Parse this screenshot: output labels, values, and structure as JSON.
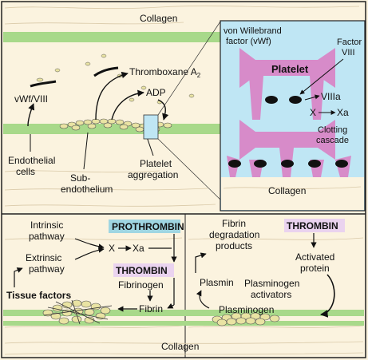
{
  "colors": {
    "background": "#fbf3df",
    "collagen_fiber": "#d9c9a8",
    "vessel_band": "#a8d98a",
    "inset_bg": "#bfe6f4",
    "platelet_pink": "#d78bc9",
    "prothrombin_box": "#9fd6e2",
    "thrombin_box": "#ead3ef",
    "cell_fill": "#e9e3a3",
    "ink": "#111111"
  },
  "top_panel": {
    "collagen_top": "Collagen",
    "vwf_viii": "vWf/VIII",
    "thromboxane": "Thromboxane A",
    "thromboxane_sub": "2",
    "adp": "ADP",
    "endothelial_1": "Endothelial",
    "endothelial_2": "cells",
    "subendo_1": "Sub-",
    "subendo_2": "endothelium",
    "platelet_agg_1": "Platelet",
    "platelet_agg_2": "aggregation"
  },
  "inset": {
    "vwf_1": "von Willebrand",
    "vwf_2": "factor (vWf)",
    "factor_1": "Factor",
    "factor_2": "VIII",
    "platelet": "Platelet",
    "viiia": "VIIIa",
    "x": "X",
    "xa": "Xa",
    "clotting_1": "Clotting",
    "clotting_2": "cascade",
    "collagen": "Collagen"
  },
  "bottom_left": {
    "intrinsic_1": "Intrinsic",
    "intrinsic_2": "pathway",
    "prothrombin": "PROTHROMBIN",
    "x": "X",
    "xa": "Xa",
    "extrinsic_1": "Extrinsic",
    "extrinsic_2": "pathway",
    "thrombin": "THROMBIN",
    "fibrinogen": "Fibrinogen",
    "fibrin": "Fibrin",
    "tissue_factors": "Tissue factors"
  },
  "bottom_right": {
    "fdp_1": "Fibrin",
    "fdp_2": "degradation",
    "fdp_3": "products",
    "thrombin": "THROMBIN",
    "activated_1": "Activated",
    "activated_2": "protein",
    "plasmin": "Plasmin",
    "activators_1": "Plasminogen",
    "activators_2": "activators",
    "plasminogen": "Plasminogen"
  },
  "bottom_collagen": "Collagen"
}
